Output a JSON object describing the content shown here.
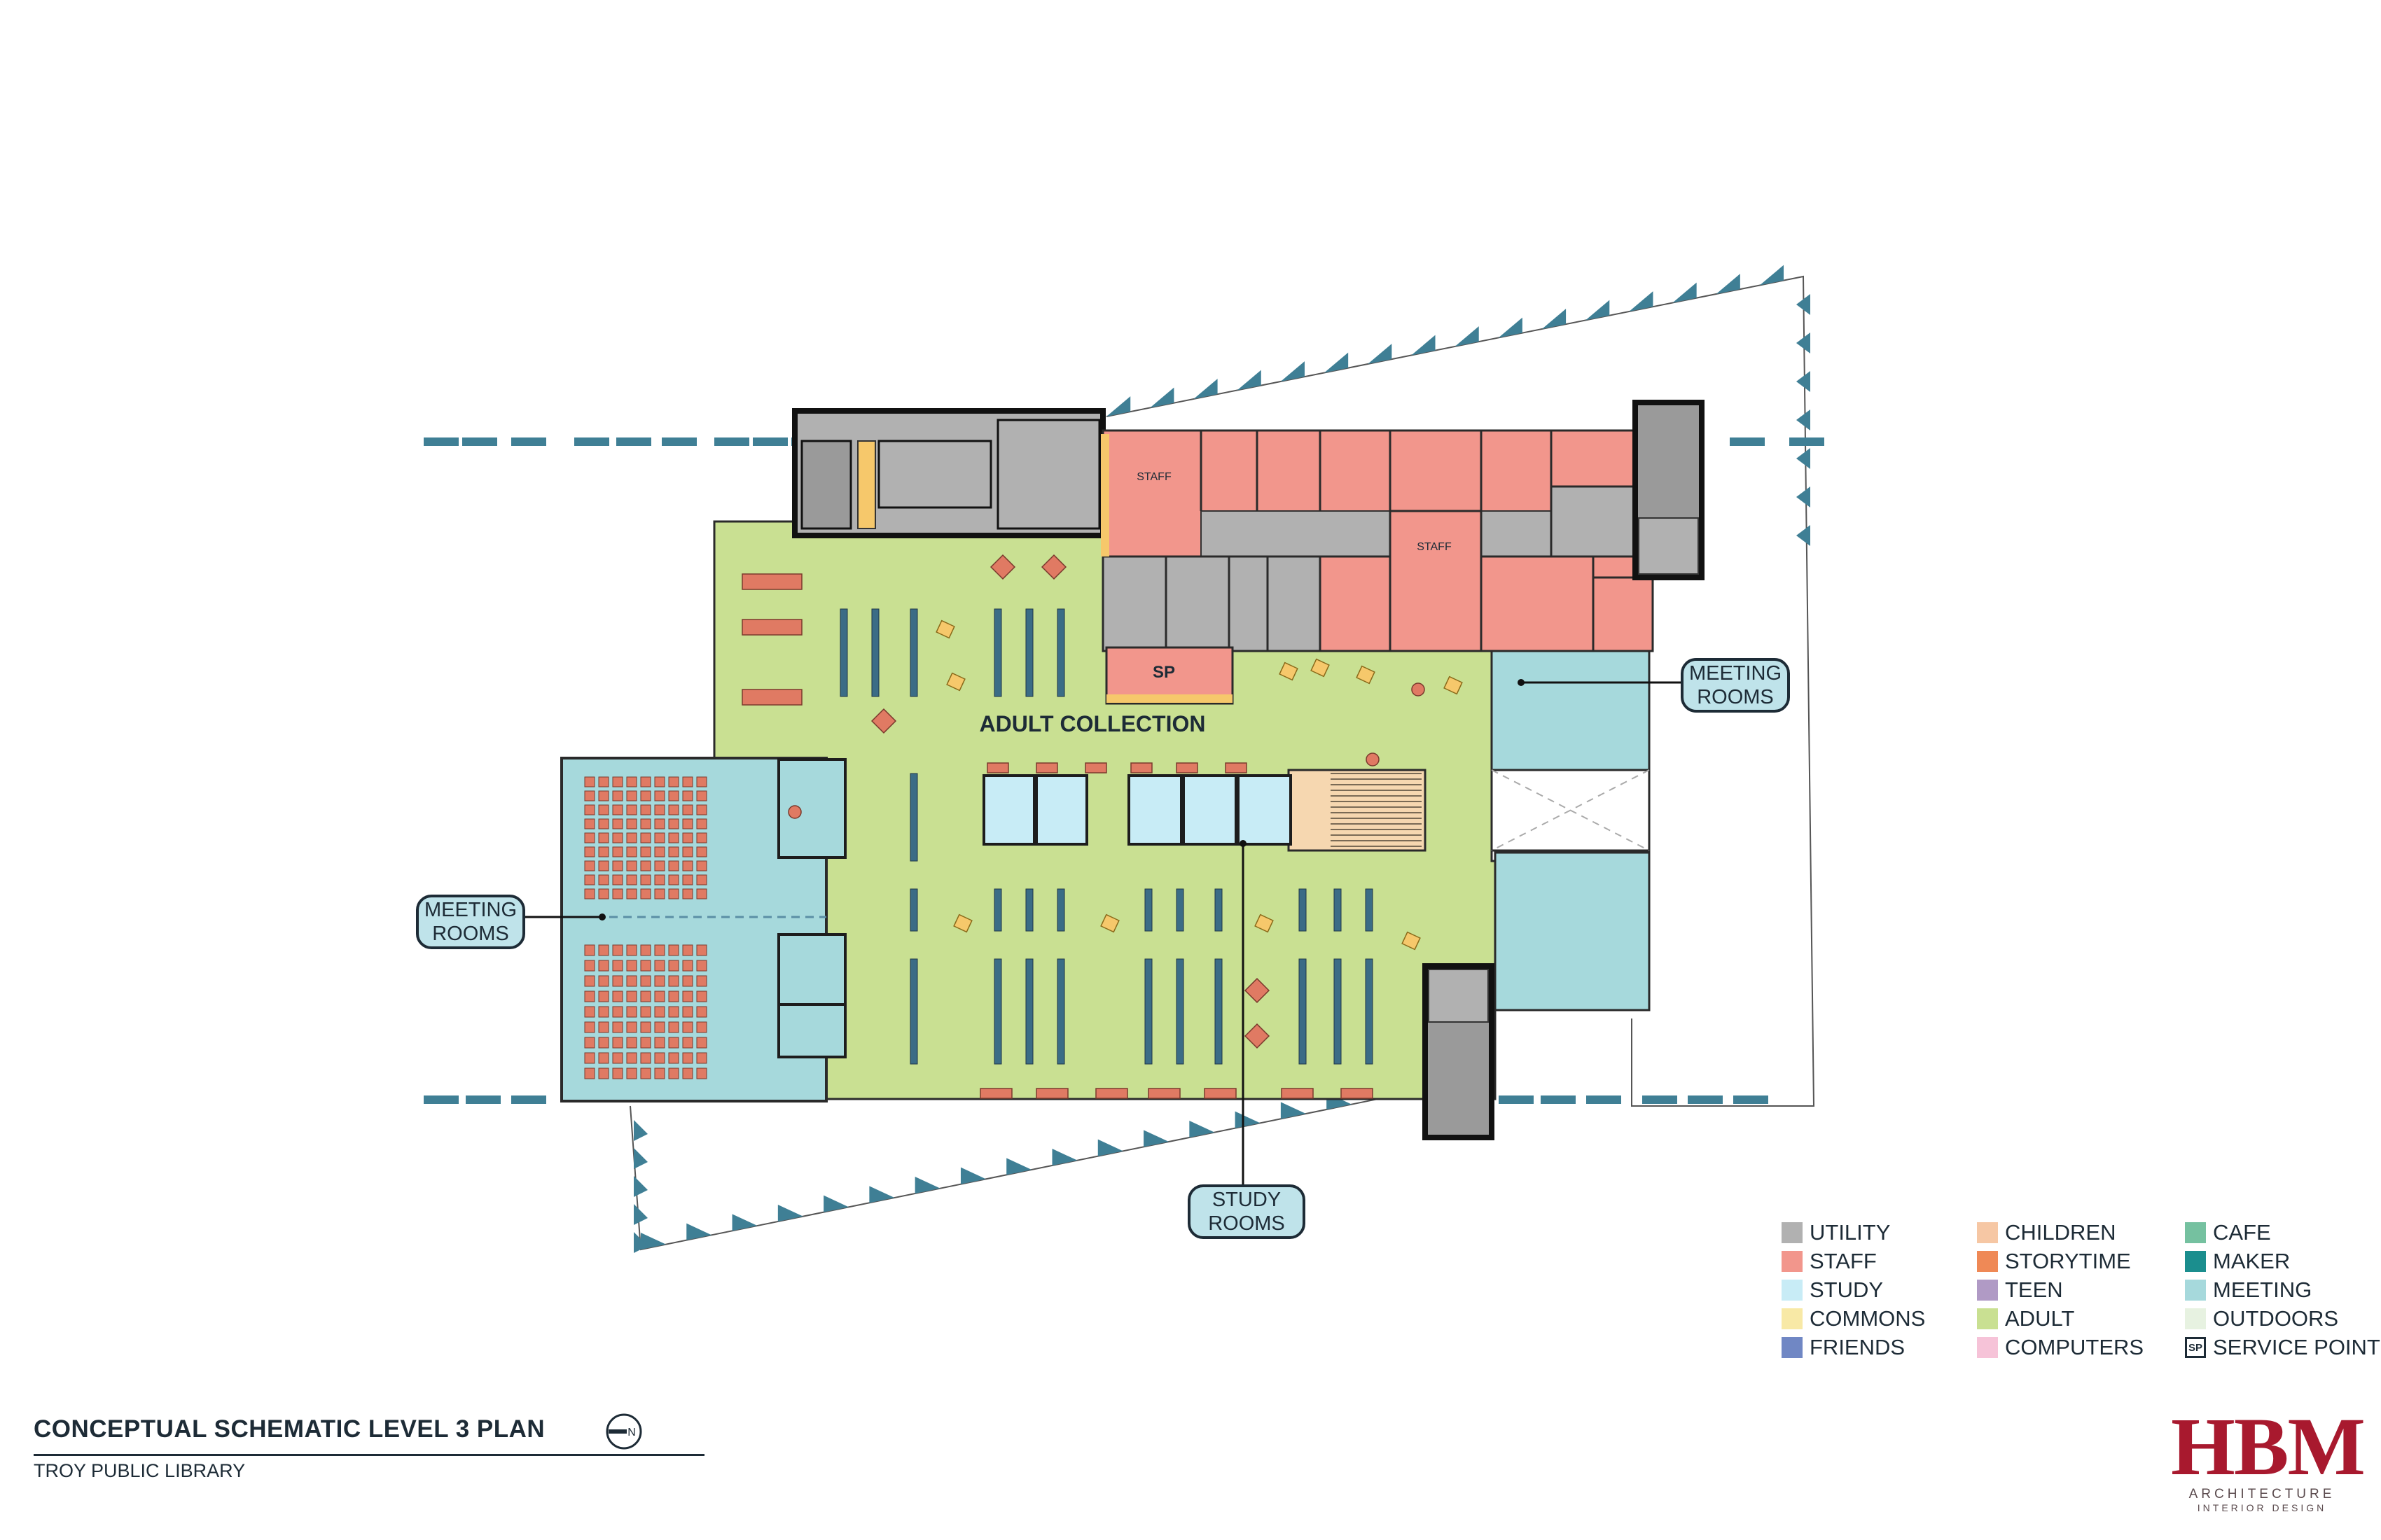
{
  "drawing": {
    "title": "CONCEPTUAL SCHEMATIC LEVEL 3 PLAN",
    "subtitle": "TROY PUBLIC LIBRARY",
    "north_label": "N"
  },
  "rooms": {
    "main": "ADULT COLLECTION",
    "service_point": "SP",
    "staff_1": "STAFF",
    "staff_2": "STAFF"
  },
  "callouts": {
    "meeting_rooms_right": "MEETING\nROOMS",
    "meeting_rooms_left": "MEETING\nROOMS",
    "study_rooms": "STUDY\nROOMS"
  },
  "legend": {
    "columns": [
      [
        {
          "label": "UTILITY",
          "color": "#b1b1b1"
        },
        {
          "label": "STAFF",
          "color": "#f2968c"
        },
        {
          "label": "STUDY",
          "color": "#c8ecf6"
        },
        {
          "label": "COMMONS",
          "color": "#f8e9a6"
        },
        {
          "label": "FRIENDS",
          "color": "#7087c4"
        }
      ],
      [
        {
          "label": "CHILDREN",
          "color": "#f6c7a4"
        },
        {
          "label": "STORYTIME",
          "color": "#ef8956"
        },
        {
          "label": "TEEN",
          "color": "#b09ac5"
        },
        {
          "label": "ADULT",
          "color": "#c9e092"
        },
        {
          "label": "COMPUTERS",
          "color": "#f6c3d8"
        }
      ],
      [
        {
          "label": "CAFE",
          "color": "#75c1a0"
        },
        {
          "label": "MAKER",
          "color": "#1b8e8e"
        },
        {
          "label": "MEETING",
          "color": "#a6d9dc"
        },
        {
          "label": "OUTDOORS",
          "color": "#e7f2e1"
        },
        {
          "label": "SERVICE POINT",
          "color": "",
          "icon": "SP"
        }
      ]
    ]
  },
  "logo": {
    "name": "HBM",
    "line1": "ARCHITECTURE",
    "line2": "INTERIOR DESIGN"
  }
}
